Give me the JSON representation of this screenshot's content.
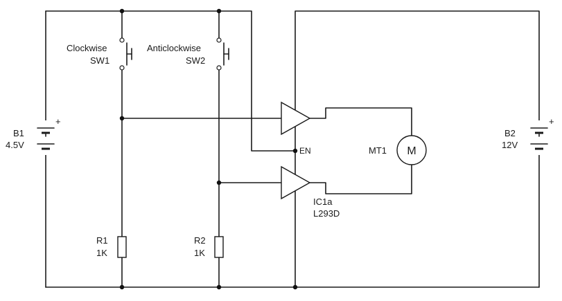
{
  "colors": {
    "ink": "#1a1a1a",
    "background": "#ffffff"
  },
  "components": {
    "sw1": {
      "name": "Clockwise",
      "ref": "SW1"
    },
    "sw2": {
      "name": "Anticlockwise",
      "ref": "SW2"
    },
    "b1": {
      "ref": "B1",
      "value": "4.5V",
      "polarity": "+"
    },
    "b2": {
      "ref": "B2",
      "value": "12V",
      "polarity": "+"
    },
    "r1": {
      "ref": "R1",
      "value": "1K"
    },
    "r2": {
      "ref": "R2",
      "value": "1K"
    },
    "mt1": {
      "ref": "MT1",
      "symbol": "M"
    },
    "ic": {
      "ref": "IC1a",
      "part": "L293D",
      "enable_pin": "EN"
    }
  }
}
